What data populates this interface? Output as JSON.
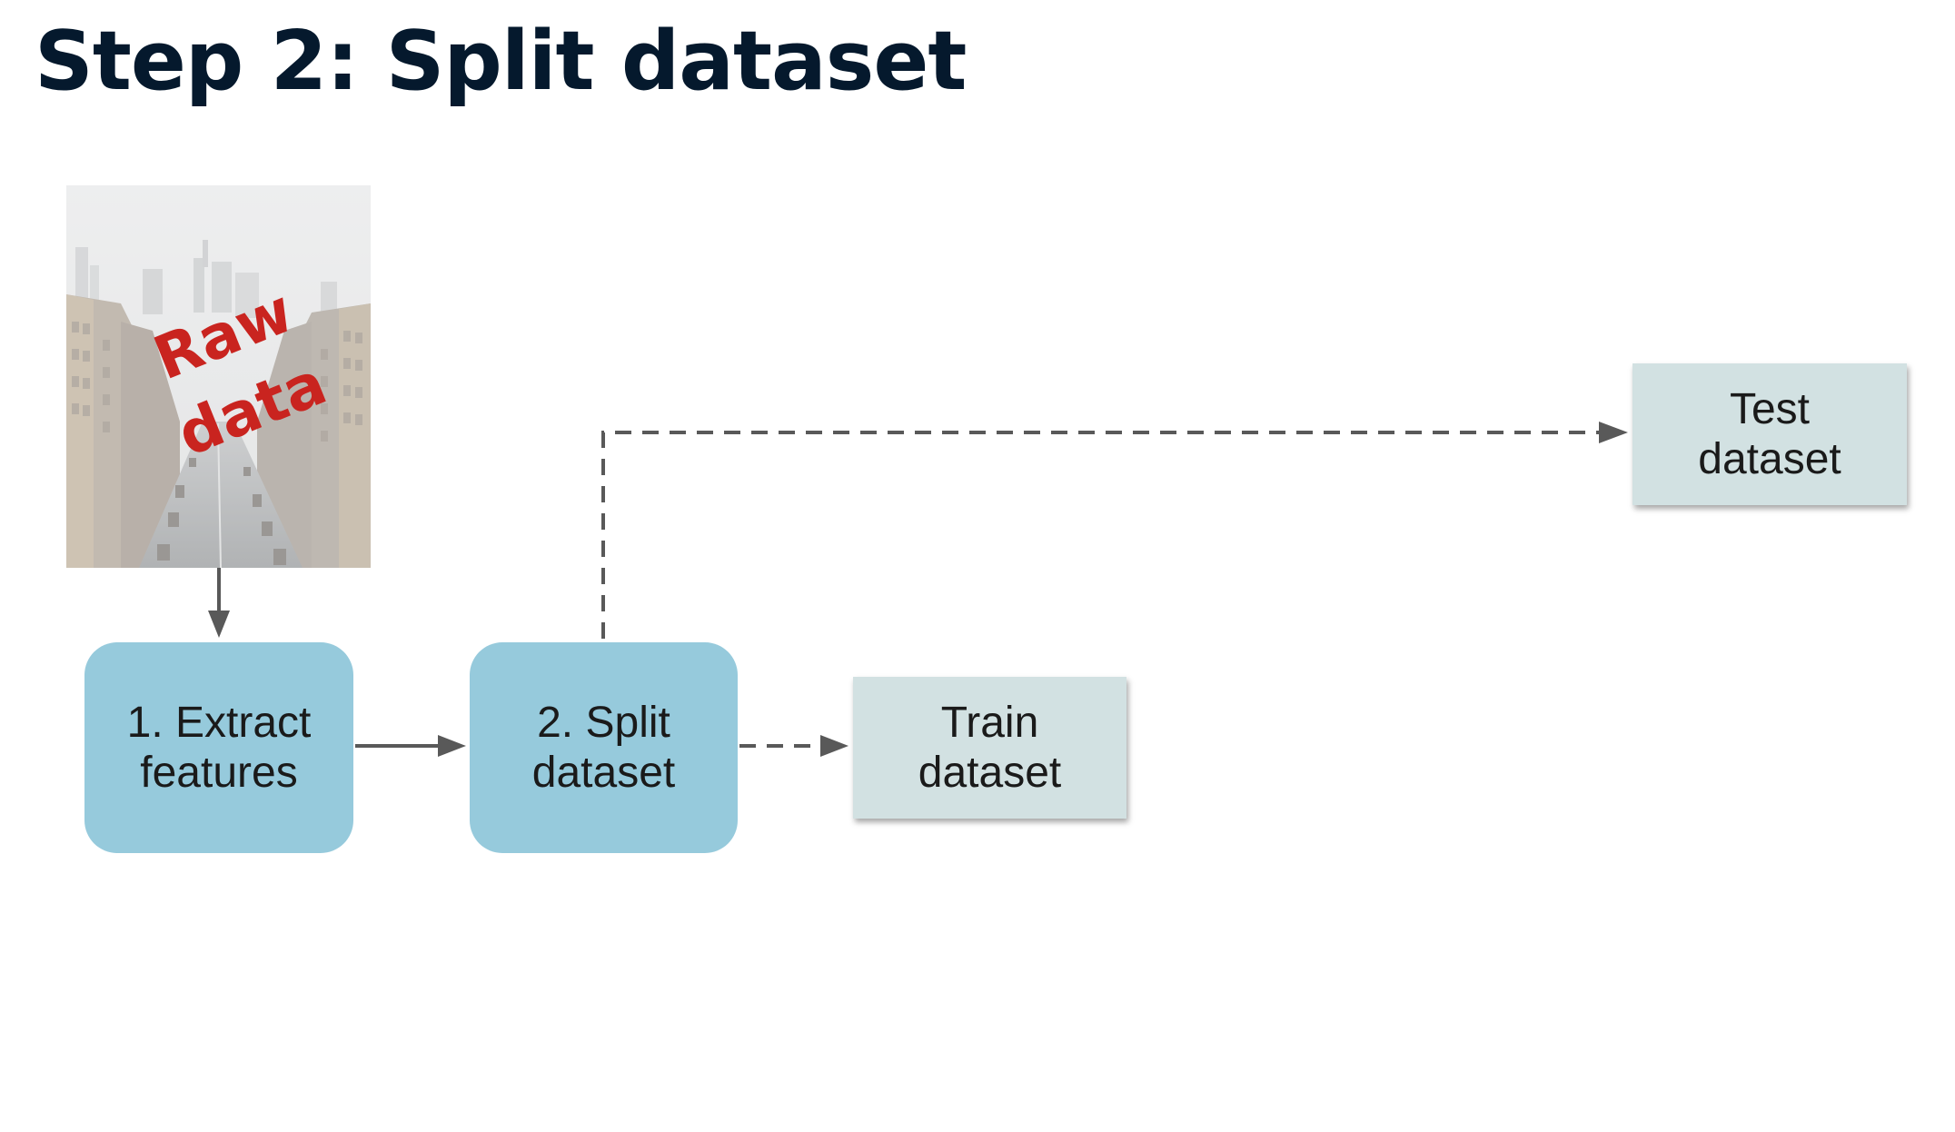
{
  "title": "Step 2: Split dataset",
  "raw_image": {
    "stamp_words": [
      "Raw",
      "data"
    ]
  },
  "nodes": {
    "extract": {
      "lines": [
        "1. Extract",
        "features"
      ]
    },
    "split": {
      "lines": [
        "2. Split",
        "dataset"
      ]
    },
    "train": {
      "lines": [
        "Train",
        "dataset"
      ]
    },
    "test": {
      "lines": [
        "Test",
        "dataset"
      ]
    }
  },
  "colors": {
    "title": "#05192d",
    "process_fill": "#96cadc",
    "dataset_fill": "#d2e1e2",
    "arrow": "#595959",
    "stamp": "#c9241f"
  }
}
